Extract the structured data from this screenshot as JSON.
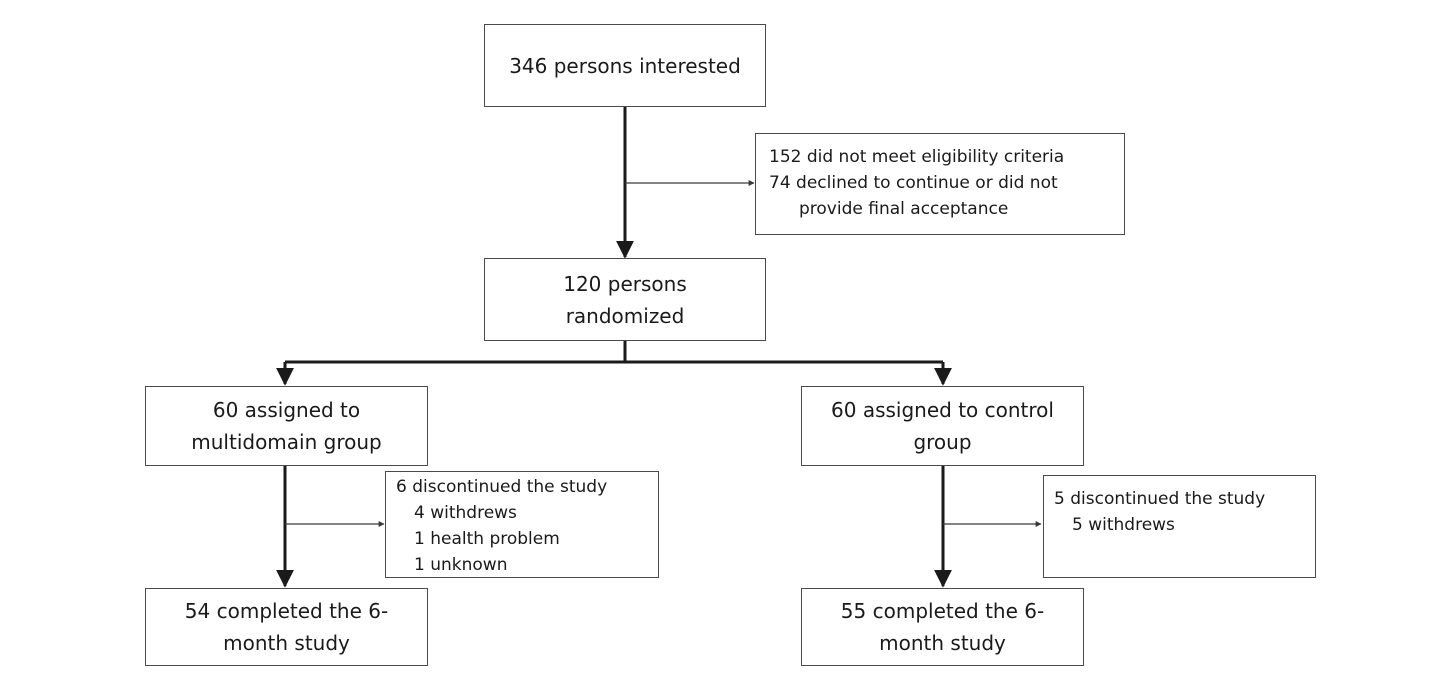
{
  "boxes": {
    "interested": {
      "lines": [
        "346 persons interested"
      ]
    },
    "excluded": {
      "lines": [
        "152 did not meet eligibility criteria",
        "74 declined to continue or did not",
        "provide final acceptance"
      ]
    },
    "randomized": {
      "lines": [
        "120 persons",
        "randomized"
      ]
    },
    "multidomain": {
      "lines": [
        "60 assigned to",
        "multidomain group"
      ]
    },
    "control": {
      "lines": [
        "60 assigned to control",
        "group"
      ]
    },
    "multidomain_discontinued": {
      "lines": [
        "6 discontinued the study",
        "4 withdrews",
        "1 health problem",
        "1 unknown"
      ]
    },
    "control_discontinued": {
      "lines": [
        "5 discontinued the study",
        "5 withdrews"
      ]
    },
    "multidomain_completed": {
      "lines": [
        "54 completed the 6-",
        "month study"
      ]
    },
    "control_completed": {
      "lines": [
        "55 completed the 6-",
        "month study"
      ]
    }
  }
}
